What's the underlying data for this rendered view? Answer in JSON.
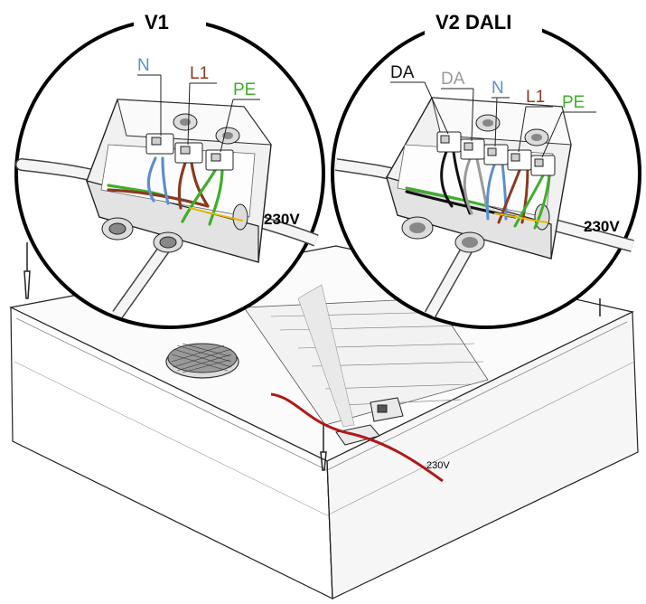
{
  "inset_v1": {
    "title": "V1",
    "voltage": "230V",
    "terminals": [
      {
        "label": "N",
        "color": "#5b8fd0"
      },
      {
        "label": "L1",
        "color": "#8a3a1e"
      },
      {
        "label": "PE",
        "color": "#3fae2a"
      }
    ]
  },
  "inset_v2": {
    "title": "V2 DALI",
    "voltage": "230V",
    "terminals": [
      {
        "label": "DA",
        "color": "#111111"
      },
      {
        "label": "DA",
        "color": "#9a9a9a"
      },
      {
        "label": "N",
        "color": "#5b8fd0"
      },
      {
        "label": "L1",
        "color": "#8a3a1e"
      },
      {
        "label": "PE",
        "color": "#3fae2a"
      }
    ]
  },
  "main": {
    "supply_cable_label": "230V",
    "cable_color": "#b01818"
  }
}
